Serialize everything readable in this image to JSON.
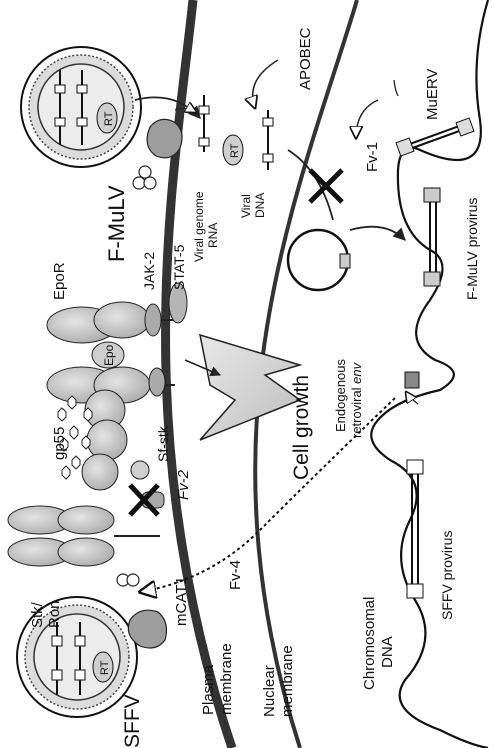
{
  "labels": {
    "f_mulv": "F-MuLV",
    "sffv": "SFFV",
    "viral_genome_rna": [
      "Viral genome",
      "RNA"
    ],
    "viral_dna": [
      "Viral",
      "DNA"
    ],
    "apobec": "APOBEC",
    "fv1": "Fv-1",
    "muerv": "MuERV",
    "f_mulv_provirus": "F-MuLV provirus",
    "epor": "EpoR",
    "epo": "Epo",
    "jak2": "JAK-2",
    "stat5": "STAT-5",
    "gp55": "gp55",
    "sf_stk": "Sf-stk",
    "fv2": "Fv-2",
    "stk_ron": [
      "Stk/",
      "Ron"
    ],
    "cell_growth": "Cell growth",
    "endogenous_env": [
      "Endogenous",
      "retroviral "
    ],
    "env_italic": "env",
    "mcat1": "mCAT1",
    "fv4": "Fv-4",
    "plasma_membrane": [
      "Plasma",
      "membrane"
    ],
    "nuclear_membrane": [
      "Nuclear",
      "membrane"
    ],
    "chromosomal_dna": [
      "Chromosomal",
      "DNA"
    ],
    "sffv_provirus": "SFFV provirus",
    "rt": "RT"
  }
}
